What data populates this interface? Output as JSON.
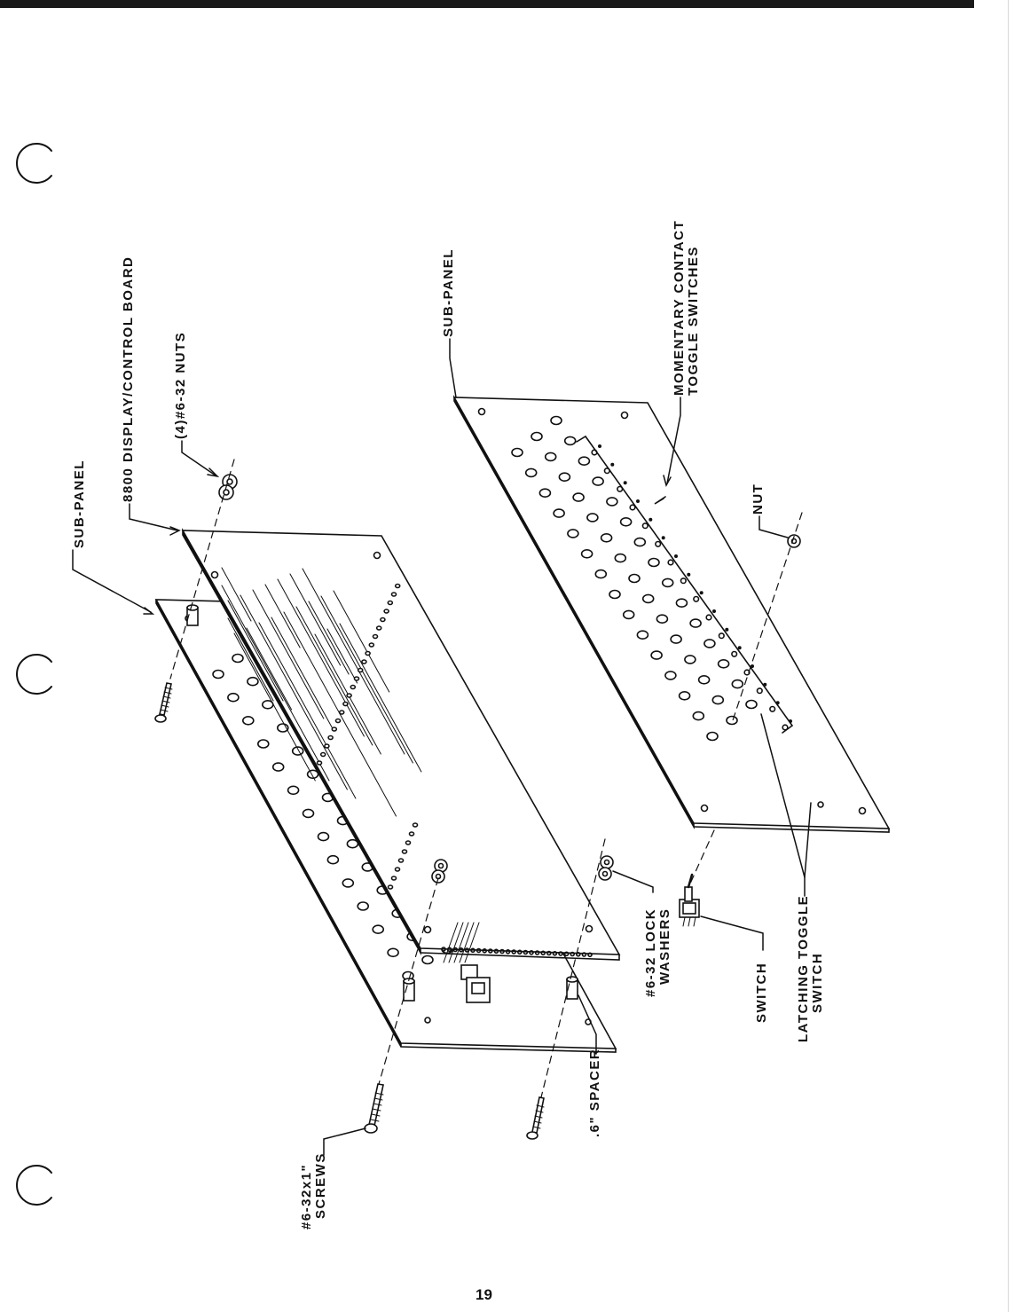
{
  "labels": {
    "sub_panel_left": "SUB-PANEL",
    "display_control_board": "8800 DISPLAY/CONTROL BOARD",
    "nuts": "(4)#6-32 NUTS",
    "sub_panel_right": "SUB-PANEL",
    "momentary_line1": "MOMENTARY CONTACT",
    "momentary_line2": "TOGGLE SWITCHES",
    "nut": "NUT",
    "lock_washers_line1": "#6-32 LOCK",
    "lock_washers_line2": "WASHERS",
    "switch": "SWITCH",
    "latching_line1": "LATCHING TOGGLE",
    "latching_line2": "SWITCH",
    "spacer": ".6\" SPACER",
    "screws_line1": "#6-32x1\"",
    "screws_line2": "SCREWS"
  },
  "page_number": "19",
  "colors": {
    "ink": "#111111",
    "paper": "#ffffff"
  }
}
